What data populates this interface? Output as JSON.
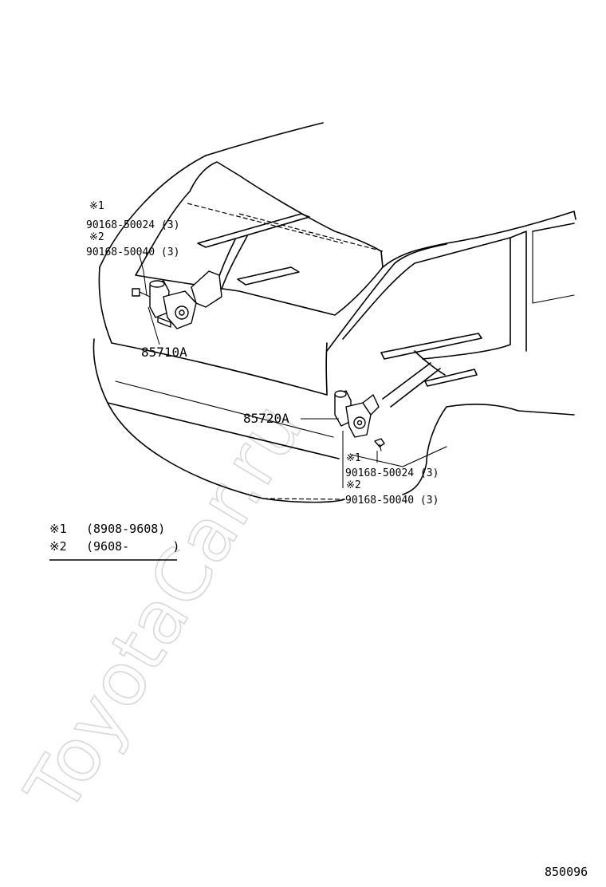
{
  "watermark": "ToyotaCar.ru",
  "figure_id": "850096",
  "callouts": {
    "upper": {
      "mark1": "※1",
      "part1": "90168-50024 (3)",
      "mark2": "※2",
      "part2": "90168-50040 (3)",
      "assembly": "85710A"
    },
    "lower": {
      "assembly": "85720A",
      "mark1": "※1",
      "part1": "90168-50024 (3)",
      "mark2": "※2",
      "part2": "90168-50040 (3)"
    }
  },
  "legend": [
    {
      "mark": "※1",
      "range": "(8908-9608)"
    },
    {
      "mark": "※2",
      "range": "(9608-      )"
    }
  ]
}
